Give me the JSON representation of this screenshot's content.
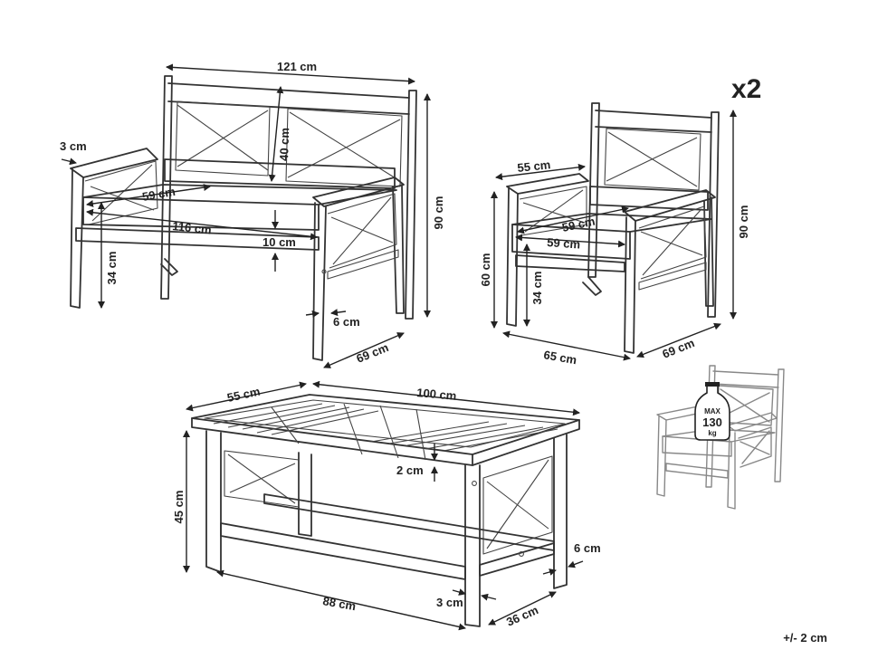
{
  "bench": {
    "width": "121 cm",
    "height": "90 cm",
    "depth": "69 cm",
    "arm_thickness": "3 cm",
    "back_height": "40 cm",
    "seat_depth": "59 cm",
    "seat_width": "116 cm",
    "cushion_thickness": "10 cm",
    "seat_height": "34 cm",
    "leg_thickness": "6 cm"
  },
  "chair": {
    "quantity": "x2",
    "arm_height": "55 cm",
    "height": "90 cm",
    "seat_depth": "59 cm",
    "seat_width": "59 cm",
    "total_seat_height": "60 cm",
    "seat_height": "34 cm",
    "width": "65 cm",
    "depth": "69 cm"
  },
  "table": {
    "depth": "55 cm",
    "width": "100 cm",
    "top_thickness": "2 cm",
    "height": "45 cm",
    "leg_thickness": "6 cm",
    "inner_length": "88 cm",
    "frame_offset": "3 cm",
    "inner_depth": "36 cm"
  },
  "load_badge": {
    "max_label": "MAX",
    "value": "130",
    "unit": "kg"
  },
  "tolerance": "+/- 2 cm"
}
